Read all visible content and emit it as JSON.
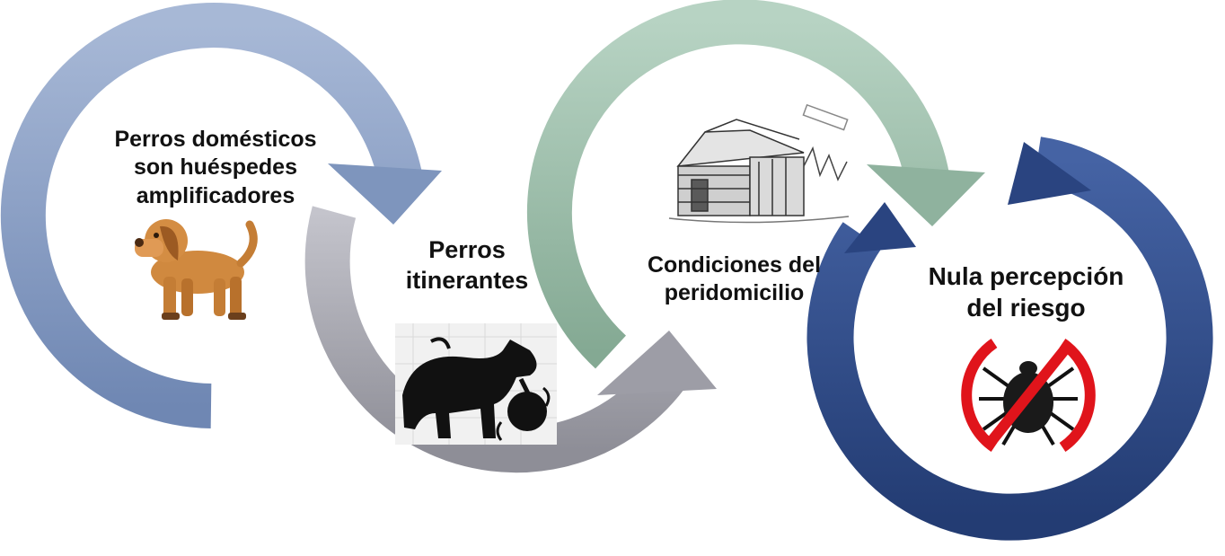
{
  "steps": [
    {
      "lines": [
        "Perros domésticos",
        "son huéspedes",
        "amplificadores"
      ],
      "color": "#8ea2c4",
      "icon": "dog-icon"
    },
    {
      "lines": [
        "Perros",
        "itinerantes"
      ],
      "color": "#a9a9b1",
      "icon": "stray-dog-with-bag-icon"
    },
    {
      "lines": [
        "Condiciones del",
        "peridomicilio"
      ],
      "color": "#9ebfad",
      "icon": "shack-house-icon"
    },
    {
      "lines": [
        "Nula percepción",
        "del riesgo"
      ],
      "color": "#2e4a87",
      "icon": "tick-prohibited-icon"
    }
  ]
}
